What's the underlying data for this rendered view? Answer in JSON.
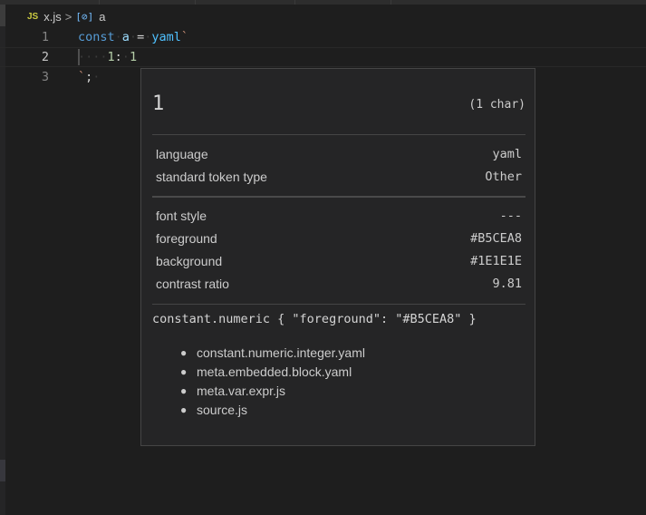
{
  "breadcrumb": {
    "file_icon": "JS",
    "file_name": "x.js",
    "separator": ">",
    "symbol_icon": "[⊘]",
    "symbol_name": "a"
  },
  "editor": {
    "lines": [
      {
        "number": "1",
        "tokens": {
          "kw": "const",
          "var": "a",
          "op": "=",
          "fn": "yaml",
          "tick": "`"
        }
      },
      {
        "number": "2",
        "tokens": {
          "indent": "····",
          "key": "1",
          "colon": ":",
          "val": "1"
        }
      },
      {
        "number": "3",
        "tokens": {
          "tick": "`",
          "semi": ";"
        }
      }
    ]
  },
  "inspector": {
    "token_text": "1",
    "char_count": "(1 char)",
    "language_label": "language",
    "language_value": "yaml",
    "token_type_label": "standard token type",
    "token_type_value": "Other",
    "font_style_label": "font style",
    "font_style_value": "---",
    "foreground_label": "foreground",
    "foreground_value": "#B5CEA8",
    "background_label": "background",
    "background_value": "#1E1E1E",
    "contrast_label": "contrast ratio",
    "contrast_value": "9.81",
    "theme_rule": "constant.numeric { \"foreground\": \"#B5CEA8\" }",
    "scopes": [
      "constant.numeric.integer.yaml",
      "meta.embedded.block.yaml",
      "meta.var.expr.js",
      "source.js"
    ]
  },
  "colors": {
    "editor_background": "#1E1E1E",
    "keyword": "#569CD6",
    "variable": "#9CDCFE",
    "function": "#4FC1FF",
    "numeric": "#B5CEA8",
    "string": "#CE9178"
  }
}
